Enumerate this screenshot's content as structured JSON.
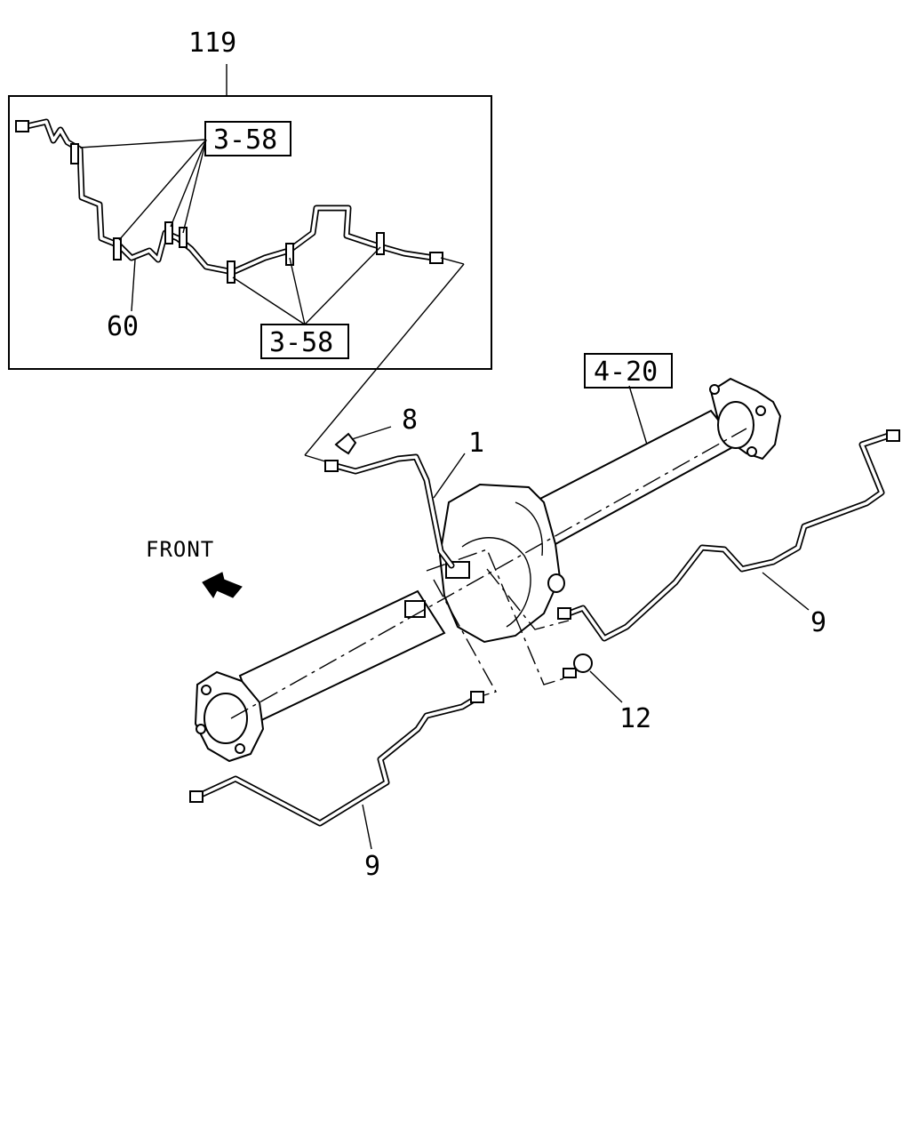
{
  "diagram": {
    "callouts": {
      "assembly_119": "119",
      "ref_3_58_top": "3-58",
      "ref_3_58_bottom": "3-58",
      "part_60": "60",
      "ref_4_20": "4-20",
      "part_8": "8",
      "part_1": "1",
      "front_label": "FRONT",
      "part_9_right": "9",
      "part_12": "12",
      "part_9_left": "9"
    },
    "icons": [
      "front-arrow-icon"
    ],
    "colors": {
      "line": "#000000",
      "background": "#ffffff"
    }
  }
}
